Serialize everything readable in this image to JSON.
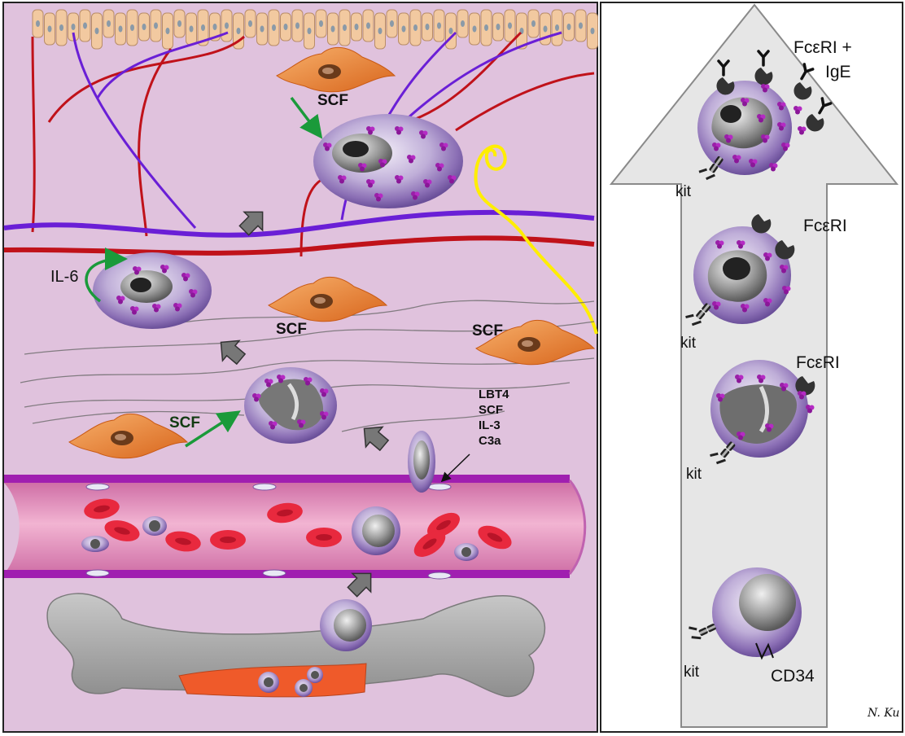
{
  "left_panel": {
    "scf_labels": [
      "SCF",
      "SCF",
      "SCF",
      "SCF"
    ],
    "il6_label": "IL-6",
    "mediators": [
      "LBT4",
      "SCF",
      "IL-3",
      "C3a"
    ]
  },
  "right_panel": {
    "stage_labels": {
      "fceri_ige_line1": "FcεRI +",
      "fceri_ige_line2": "IgE",
      "fceri_stage3": "FcεRI",
      "fceri_stage2": "FcεRI",
      "cd34": "CD34"
    },
    "kit_labels": [
      "kit",
      "kit",
      "kit",
      "kit"
    ]
  },
  "credit": "N. Ku",
  "colors": {
    "tissue": "#e0c2dd",
    "vessel_wall": "#a01fb0",
    "red_cell": "#e8293e",
    "artery": "#c0121a",
    "vein": "#6a1fd6",
    "nerve": "#ffee00",
    "granule": "#9a1fa8",
    "fibroblast": "#ef8a2c",
    "green_arrow": "#1a9a3a",
    "bone": "#a8a8a8",
    "marrow": "#ef5a2a"
  }
}
